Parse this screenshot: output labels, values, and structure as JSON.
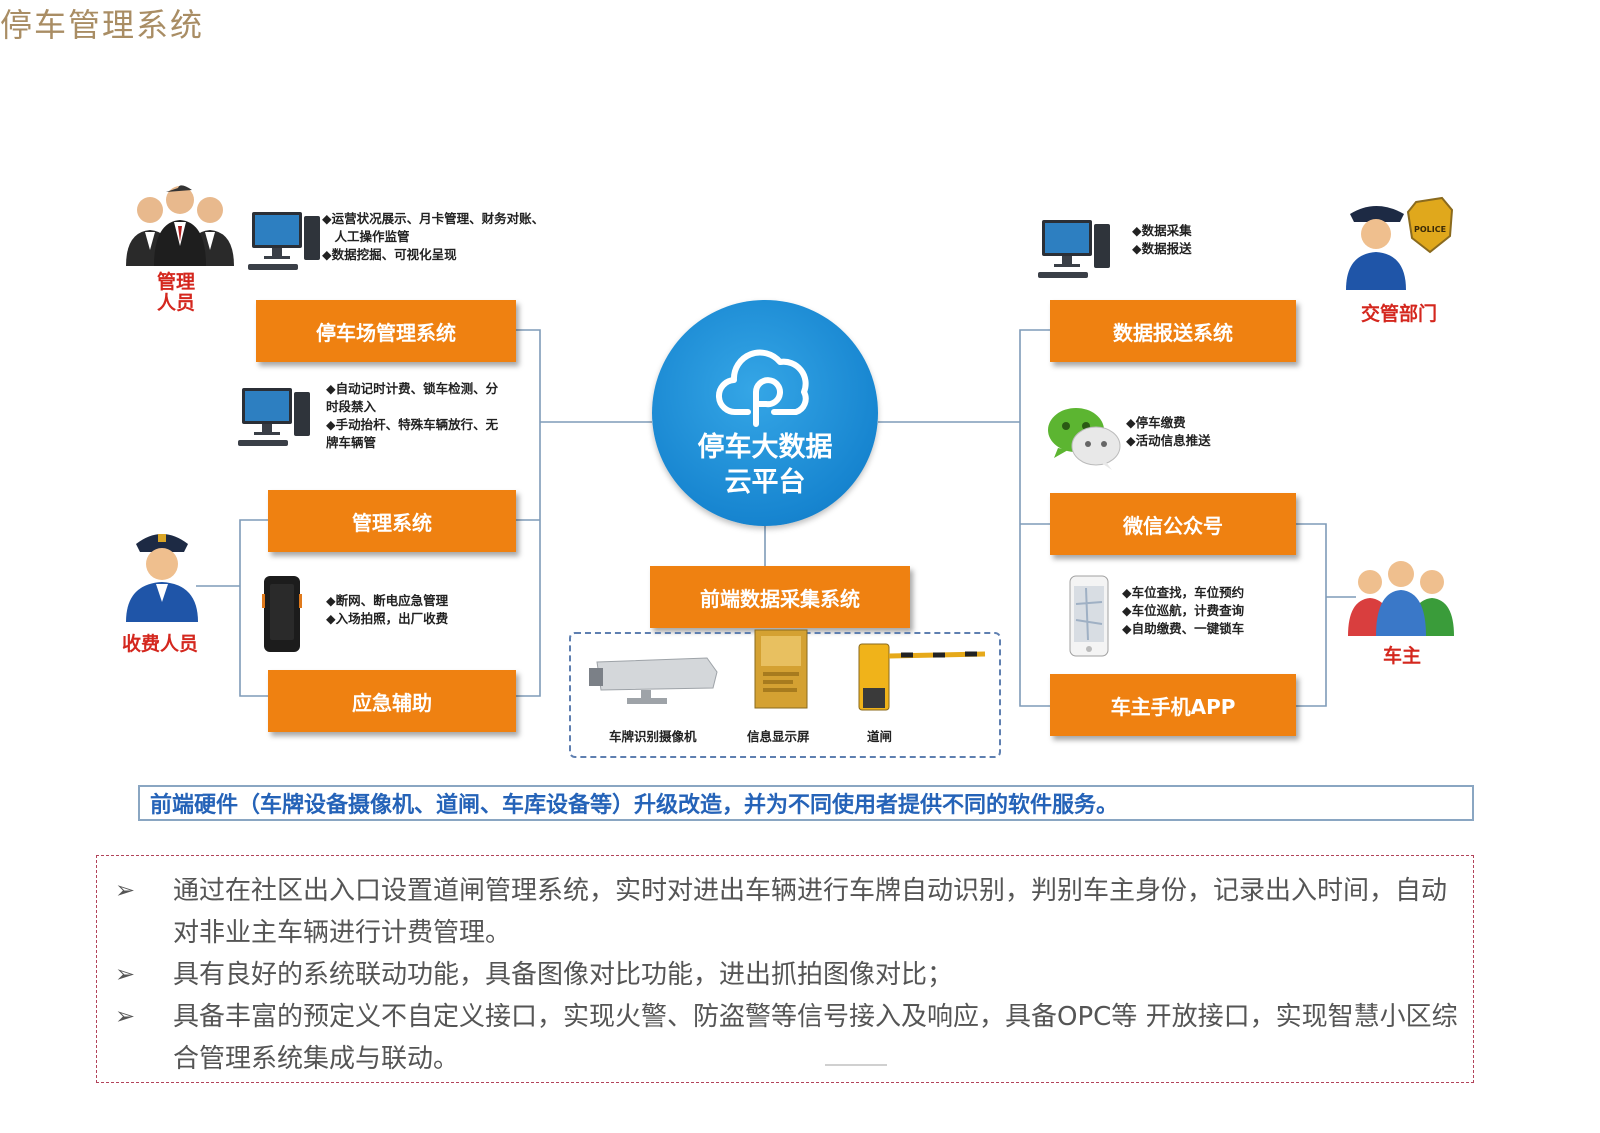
{
  "page": {
    "title": "停车管理系统"
  },
  "center": {
    "title_line1": "停车大数据",
    "title_line2": "云平台"
  },
  "left": {
    "boxes": {
      "parking_mgmt": "停车场管理系统",
      "mgmt_system": "管理系统",
      "emergency": "应急辅助"
    },
    "bullets_parking": [
      "◆运营状况展示、月卡管理、财务对账、",
      "　人工操作监管",
      "◆数据挖掘、可视化呈现"
    ],
    "bullets_mgmt": [
      "◆自动记时计费、锁车检测、分",
      "时段禁入",
      "◆手动抬杆、特殊车辆放行、无",
      "牌车辆管"
    ],
    "bullets_emergency": [
      "◆断网、断电应急管理",
      "◆入场拍照，出厂收费"
    ],
    "roles": {
      "managers_line1": "管理",
      "managers_line2": "人员",
      "toll": "收费人员"
    }
  },
  "right": {
    "boxes": {
      "data_report": "数据报送系统",
      "wechat": "微信公众号",
      "app": "车主手机APP"
    },
    "bullets_report": [
      "◆数据采集",
      "◆数据报送"
    ],
    "bullets_wechat": [
      "◆停车缴费",
      "◆活动信息推送"
    ],
    "bullets_app": [
      "◆车位查找，车位预约",
      "◆车位巡航，计费查询",
      "◆自助缴费、一键锁车"
    ],
    "roles": {
      "traffic": "交管部门",
      "owner": "车主"
    },
    "police_badge_text": "POLICE"
  },
  "frontend": {
    "box": "前端数据采集系统",
    "devices": [
      "车牌识别摄像机",
      "信息显示屏",
      "道闸"
    ]
  },
  "banner": "前端硬件（车牌设备摄像机、道闸、车库设备等）升级改造，并为不同使用者提供不同的软件服务。",
  "description": {
    "arrow": "➢",
    "items": [
      "通过在社区出入口设置道闸管理系统，实时对进出车辆进行车牌自动识别，判别车主身份，记录出入时间，自动对非业主车辆进行计费管理。",
      "具有良好的系统联动功能，具备图像对比功能，进出抓拍图像对比；",
      "具备丰富的预定义不自定义接口，实现火警、防盗警等信号接入及响应，具备OPC等 开放接口，实现智慧小区综合管理系统集成与联动。"
    ]
  },
  "colors": {
    "accent_orange": "#ef8111",
    "cloud_blue": "#1785d0",
    "banner_blue": "#2563b8",
    "title_gold": "#a98d64",
    "role_red": "#d4271e"
  }
}
